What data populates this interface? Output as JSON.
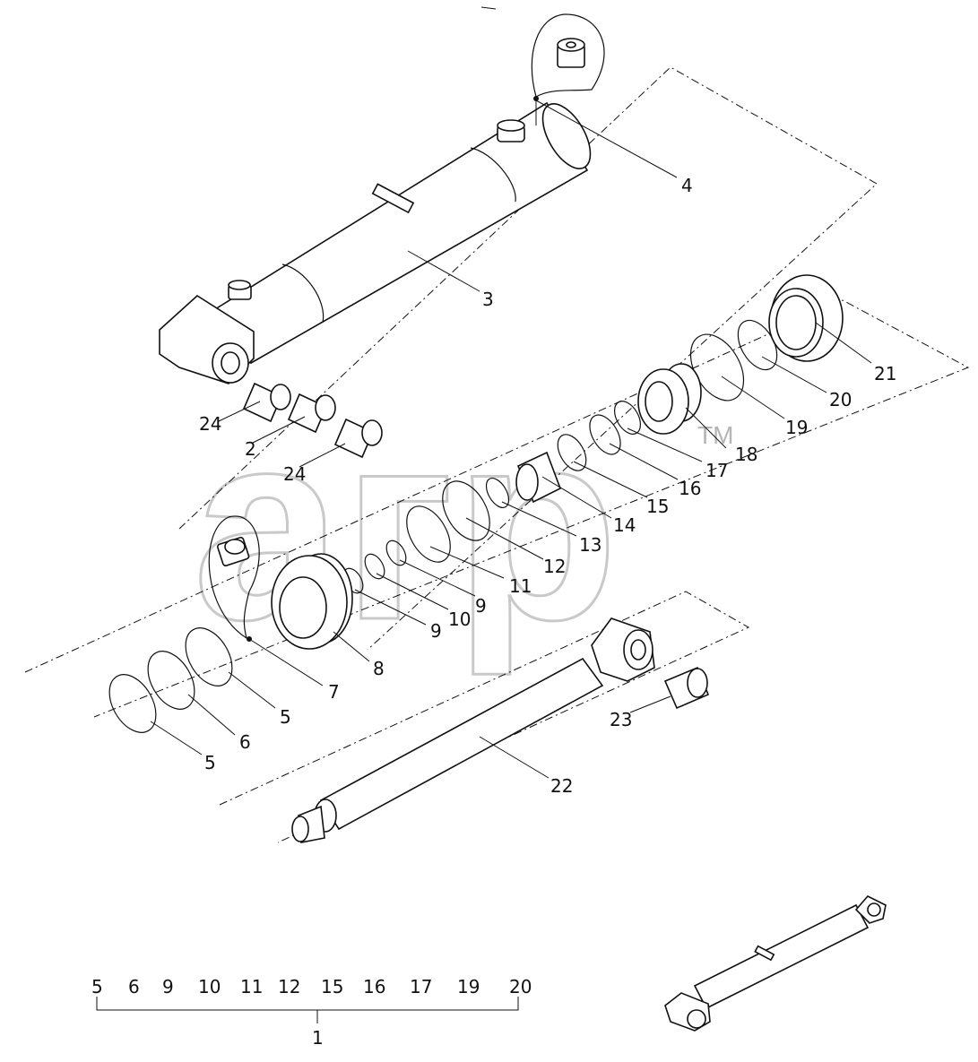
{
  "watermark": {
    "text": "агр",
    "mark": "TM"
  },
  "callouts": [
    {
      "id": "c4",
      "text": "4"
    },
    {
      "id": "c3",
      "text": "3"
    },
    {
      "id": "c21",
      "text": "21"
    },
    {
      "id": "c20",
      "text": "20"
    },
    {
      "id": "c19",
      "text": "19"
    },
    {
      "id": "c18",
      "text": "18"
    },
    {
      "id": "c17",
      "text": "17"
    },
    {
      "id": "c16",
      "text": "16"
    },
    {
      "id": "c15",
      "text": "15"
    },
    {
      "id": "c14",
      "text": "14"
    },
    {
      "id": "c13",
      "text": "13"
    },
    {
      "id": "c12",
      "text": "12"
    },
    {
      "id": "c11",
      "text": "11"
    },
    {
      "id": "c10",
      "text": "10"
    },
    {
      "id": "c9a",
      "text": "9"
    },
    {
      "id": "c9b",
      "text": "9"
    },
    {
      "id": "c8",
      "text": "8"
    },
    {
      "id": "c7",
      "text": "7"
    },
    {
      "id": "c5a",
      "text": "5"
    },
    {
      "id": "c6",
      "text": "6"
    },
    {
      "id": "c5b",
      "text": "5"
    },
    {
      "id": "c24a",
      "text": "24"
    },
    {
      "id": "c2",
      "text": "2"
    },
    {
      "id": "c24b",
      "text": "24"
    },
    {
      "id": "c22",
      "text": "22"
    },
    {
      "id": "c23",
      "text": "23"
    }
  ],
  "kit": {
    "items": [
      "5",
      "6",
      "9",
      "10",
      "11",
      "12",
      "15",
      "16",
      "17",
      "19",
      "20"
    ],
    "label": "1"
  }
}
